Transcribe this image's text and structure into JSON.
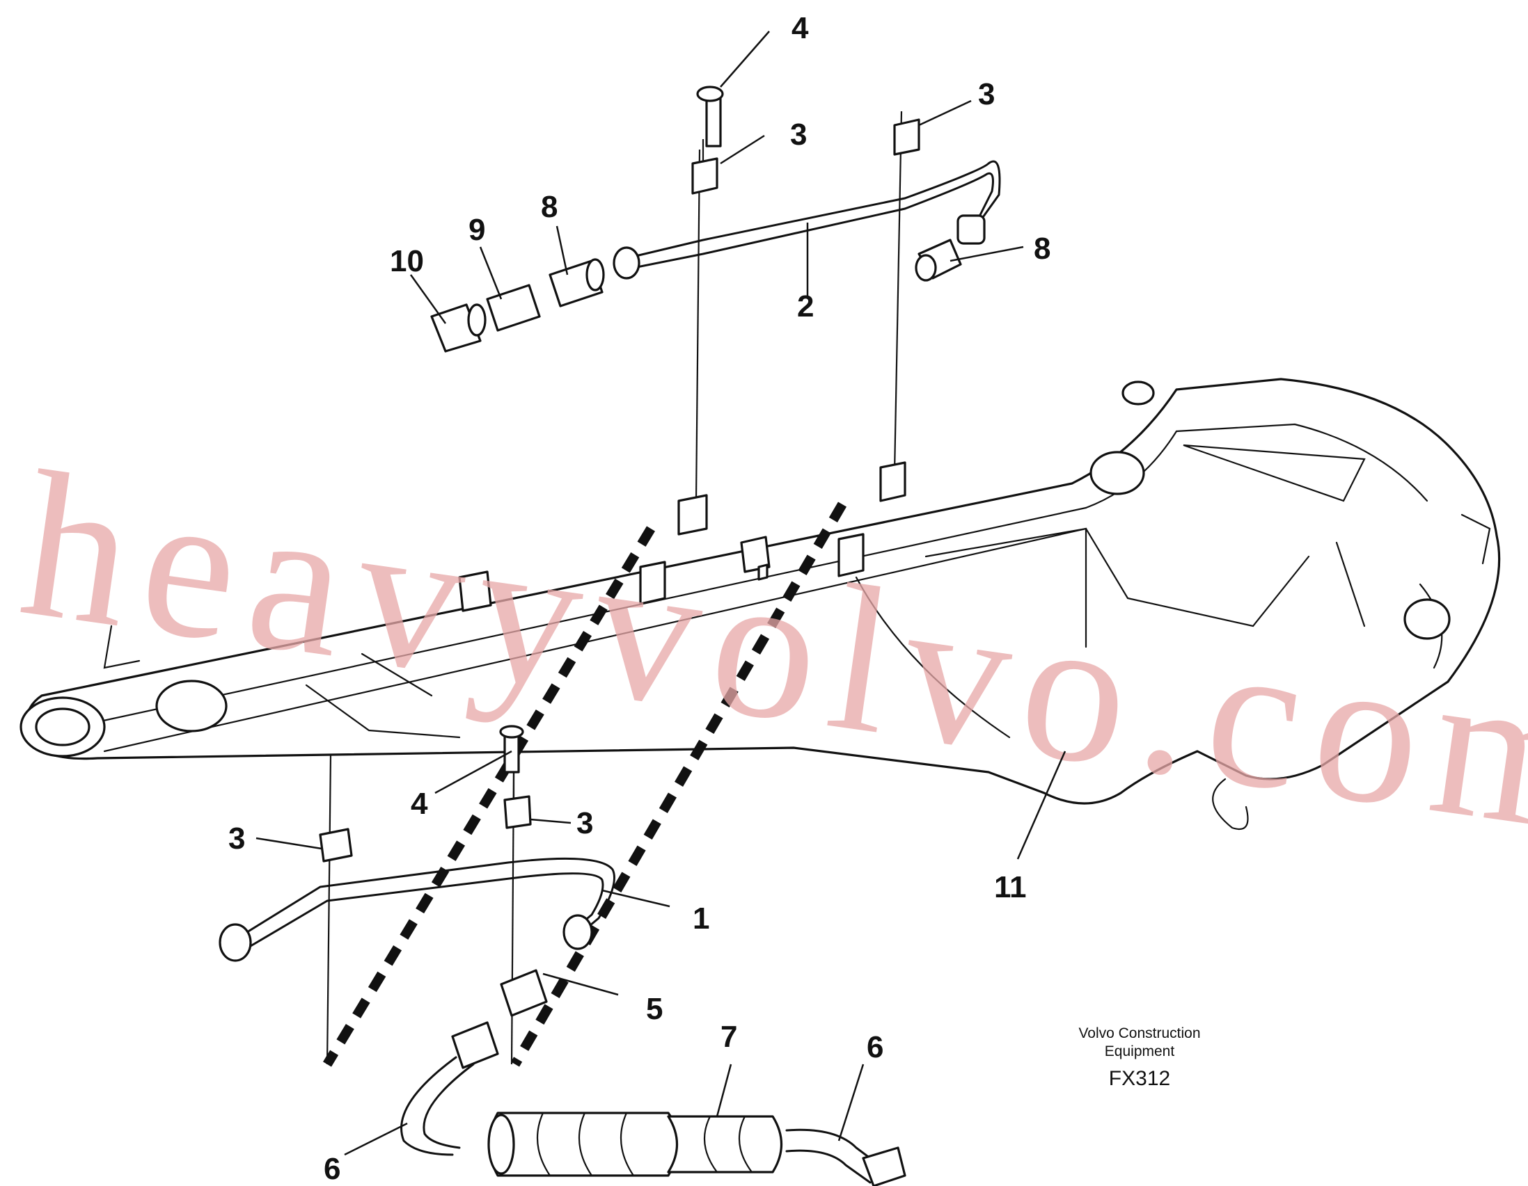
{
  "callouts": {
    "c1": "1",
    "c2": "2",
    "c3a": "3",
    "c3b": "3",
    "c3c": "3",
    "c3d": "3",
    "c4a": "4",
    "c4b": "4",
    "c5": "5",
    "c6a": "6",
    "c6b": "6",
    "c7": "7",
    "c8a": "8",
    "c8b": "8",
    "c9": "9",
    "c10": "10",
    "c11": "11"
  },
  "credit": {
    "line1": "Volvo Construction",
    "line2": "Equipment",
    "code": "FX312"
  },
  "watermark": "heavyvolvo.com"
}
